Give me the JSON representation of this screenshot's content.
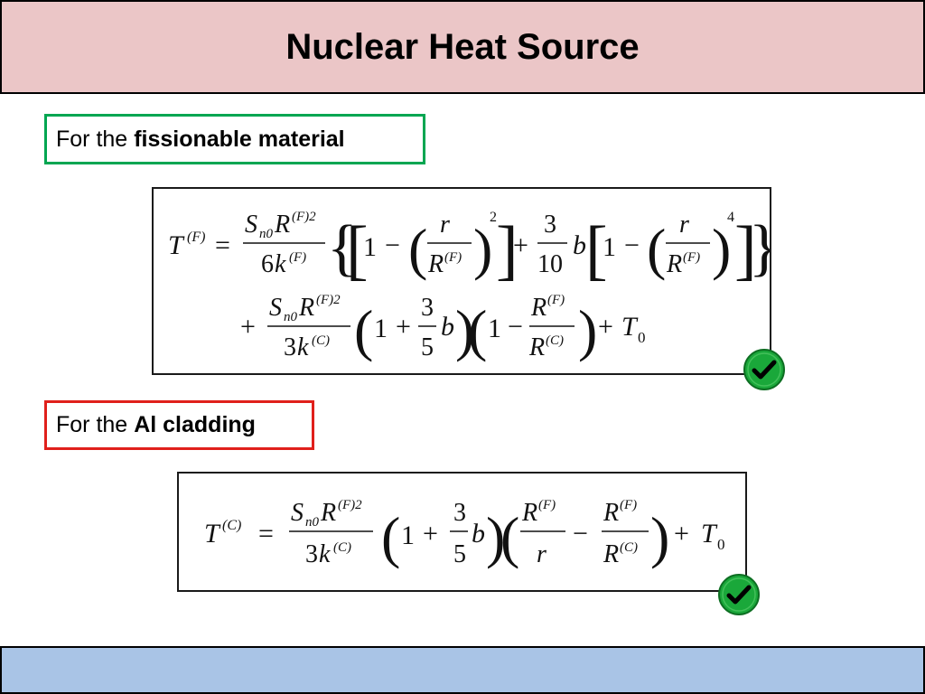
{
  "slide": {
    "title": "Nuclear Heat Source"
  },
  "fission_label": {
    "prefix": "For the",
    "bold": "fissionable material"
  },
  "cladding_label": {
    "prefix": "For the",
    "bold": "Al cladding"
  },
  "colors": {
    "header_bg": "#ebc6c7",
    "footer_bg": "#a9c4e6",
    "green_border": "#00a651",
    "red_border": "#e0201b",
    "check_green": "#1aa83a"
  },
  "icons": {
    "check": "checkmark-circle-icon"
  },
  "eq1": {
    "T": "T",
    "supF": "(F)",
    "eq": "=",
    "S": "S",
    "n0": "n0",
    "R": "R",
    "F2": "(F)2",
    "six": "6",
    "k": "k",
    "supF2": "(F)",
    "lbrace": "{",
    "rbrace": "}",
    "lbr1": "[",
    "rbr1": "]",
    "one": "1",
    "minus": "−",
    "lp": "(",
    "rp": ")",
    "r": "r",
    "R2": "R",
    "supF3": "(F)",
    "pow2": "2",
    "plus": "+",
    "three": "3",
    "ten": "10",
    "b": "b",
    "lbr2": "[",
    "rbr2": "]",
    "one2": "1",
    "minus2": "−",
    "lp2": "(",
    "rp2": ")",
    "r2": "r",
    "R3": "R",
    "supF4": "(F)",
    "pow4": "4",
    "plus2": "+",
    "S2": "S",
    "n02": "n0",
    "R4": "R",
    "F22": "(F)2",
    "three2": "3",
    "k2": "k",
    "supC": "(C)",
    "lp3": "(",
    "one3": "1",
    "plus3": "+",
    "three3": "3",
    "five": "5",
    "b2": "b",
    "rp3": ")",
    "lp4": "(",
    "one4": "1",
    "minus3": "−",
    "R5": "R",
    "supF5": "(F)",
    "R6": "R",
    "supC2": "(C)",
    "rp4": ")",
    "plus4": "+",
    "T0": "T",
    "zero": "0"
  },
  "eq2": {
    "T": "T",
    "supC": "(C)",
    "eq": "=",
    "S": "S",
    "n0": "n0",
    "R": "R",
    "F2": "(F)2",
    "three": "3",
    "k": "k",
    "supC2": "(C)",
    "lp": "(",
    "one": "1",
    "plus": "+",
    "three2": "3",
    "five": "5",
    "b": "b",
    "rp": ")",
    "lp2": "(",
    "R2": "R",
    "supF": "(F)",
    "r": "r",
    "minus": "−",
    "R3": "R",
    "supF2": "(F)",
    "R4": "R",
    "supC3": "(C)",
    "rp2": ")",
    "plus2": "+",
    "T0": "T",
    "zero": "0"
  }
}
